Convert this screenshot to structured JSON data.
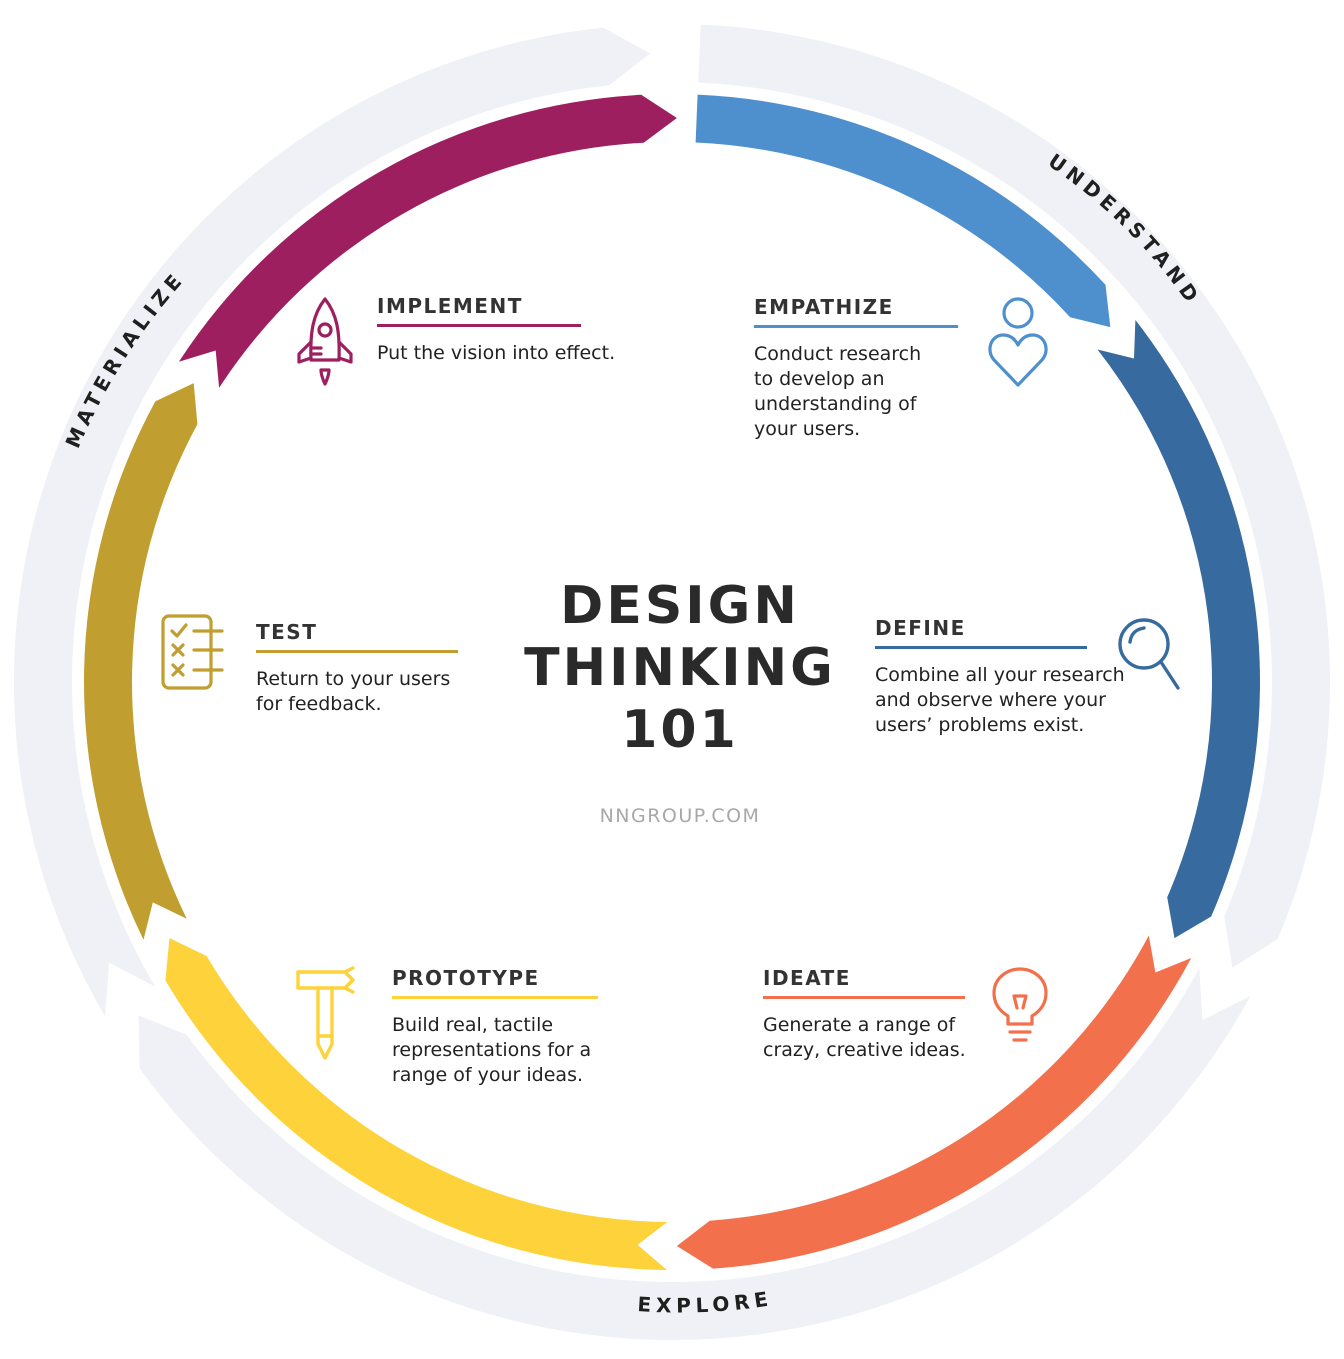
{
  "phases": {
    "understand": "UNDERSTAND",
    "explore": "EXPLORE",
    "materialize": "MATERIALIZE"
  },
  "center": {
    "line1": "DESIGN",
    "line2": "THINKING",
    "line3": "101",
    "source": "NNGROUP.COM"
  },
  "stages": {
    "empathize": {
      "title": "EMPATHIZE",
      "desc": [
        "Conduct research",
        "to develop an",
        "understanding of",
        "your users."
      ],
      "color": "#4e8fcd",
      "icon": "person-heart-icon"
    },
    "define": {
      "title": "DEFINE",
      "desc": [
        "Combine all your research",
        "and observe where your",
        "users’ problems exist."
      ],
      "color": "#376a9e",
      "icon": "magnifier-icon"
    },
    "ideate": {
      "title": "IDEATE",
      "desc": [
        "Generate a range of",
        "crazy, creative ideas."
      ],
      "color": "#f2704c",
      "icon": "lightbulb-icon"
    },
    "prototype": {
      "title": "PROTOTYPE",
      "desc": [
        "Build real, tactile",
        "representations for a",
        "range of your ideas."
      ],
      "color": "#fdd23a",
      "icon": "hammer-pencil-icon"
    },
    "test": {
      "title": "TEST",
      "desc": [
        "Return to your users",
        "for feedback."
      ],
      "color": "#c09e2f",
      "icon": "checklist-icon"
    },
    "implement": {
      "title": "IMPLEMENT",
      "desc": [
        "Put the vision into effect."
      ],
      "color": "#9e1f5f",
      "icon": "rocket-icon"
    }
  },
  "colors": {
    "outer_ring": "#eff1f6",
    "empathize": "#4e8fcd",
    "define": "#376a9e",
    "ideate": "#f2704c",
    "prototype": "#fdd23a",
    "test": "#c09e2f",
    "implement": "#9e1f5f"
  }
}
